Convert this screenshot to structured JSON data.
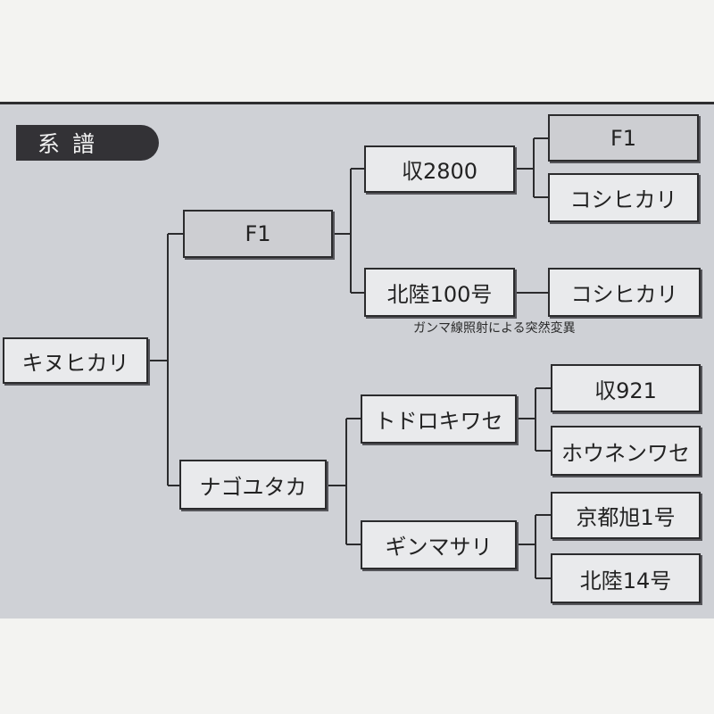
{
  "title": "系譜",
  "nodes": {
    "root": "キヌヒカリ",
    "f1": "F1",
    "shu2800": "収2800",
    "f1_top": "F1",
    "koshihikari_a": "コシヒカリ",
    "hokuriku100": "北陸100号",
    "koshihikari_b": "コシヒカリ",
    "nagoyutaka": "ナゴユタカ",
    "todorokiwase": "トドロキワセ",
    "shu921": "収921",
    "hounenwase": "ホウネンワセ",
    "ginmasari": "ギンマサリ",
    "kyoto_asahi": "京都旭1号",
    "hokuriku14": "北陸14号"
  },
  "annotation": "ガンマ線照射による突然変異"
}
